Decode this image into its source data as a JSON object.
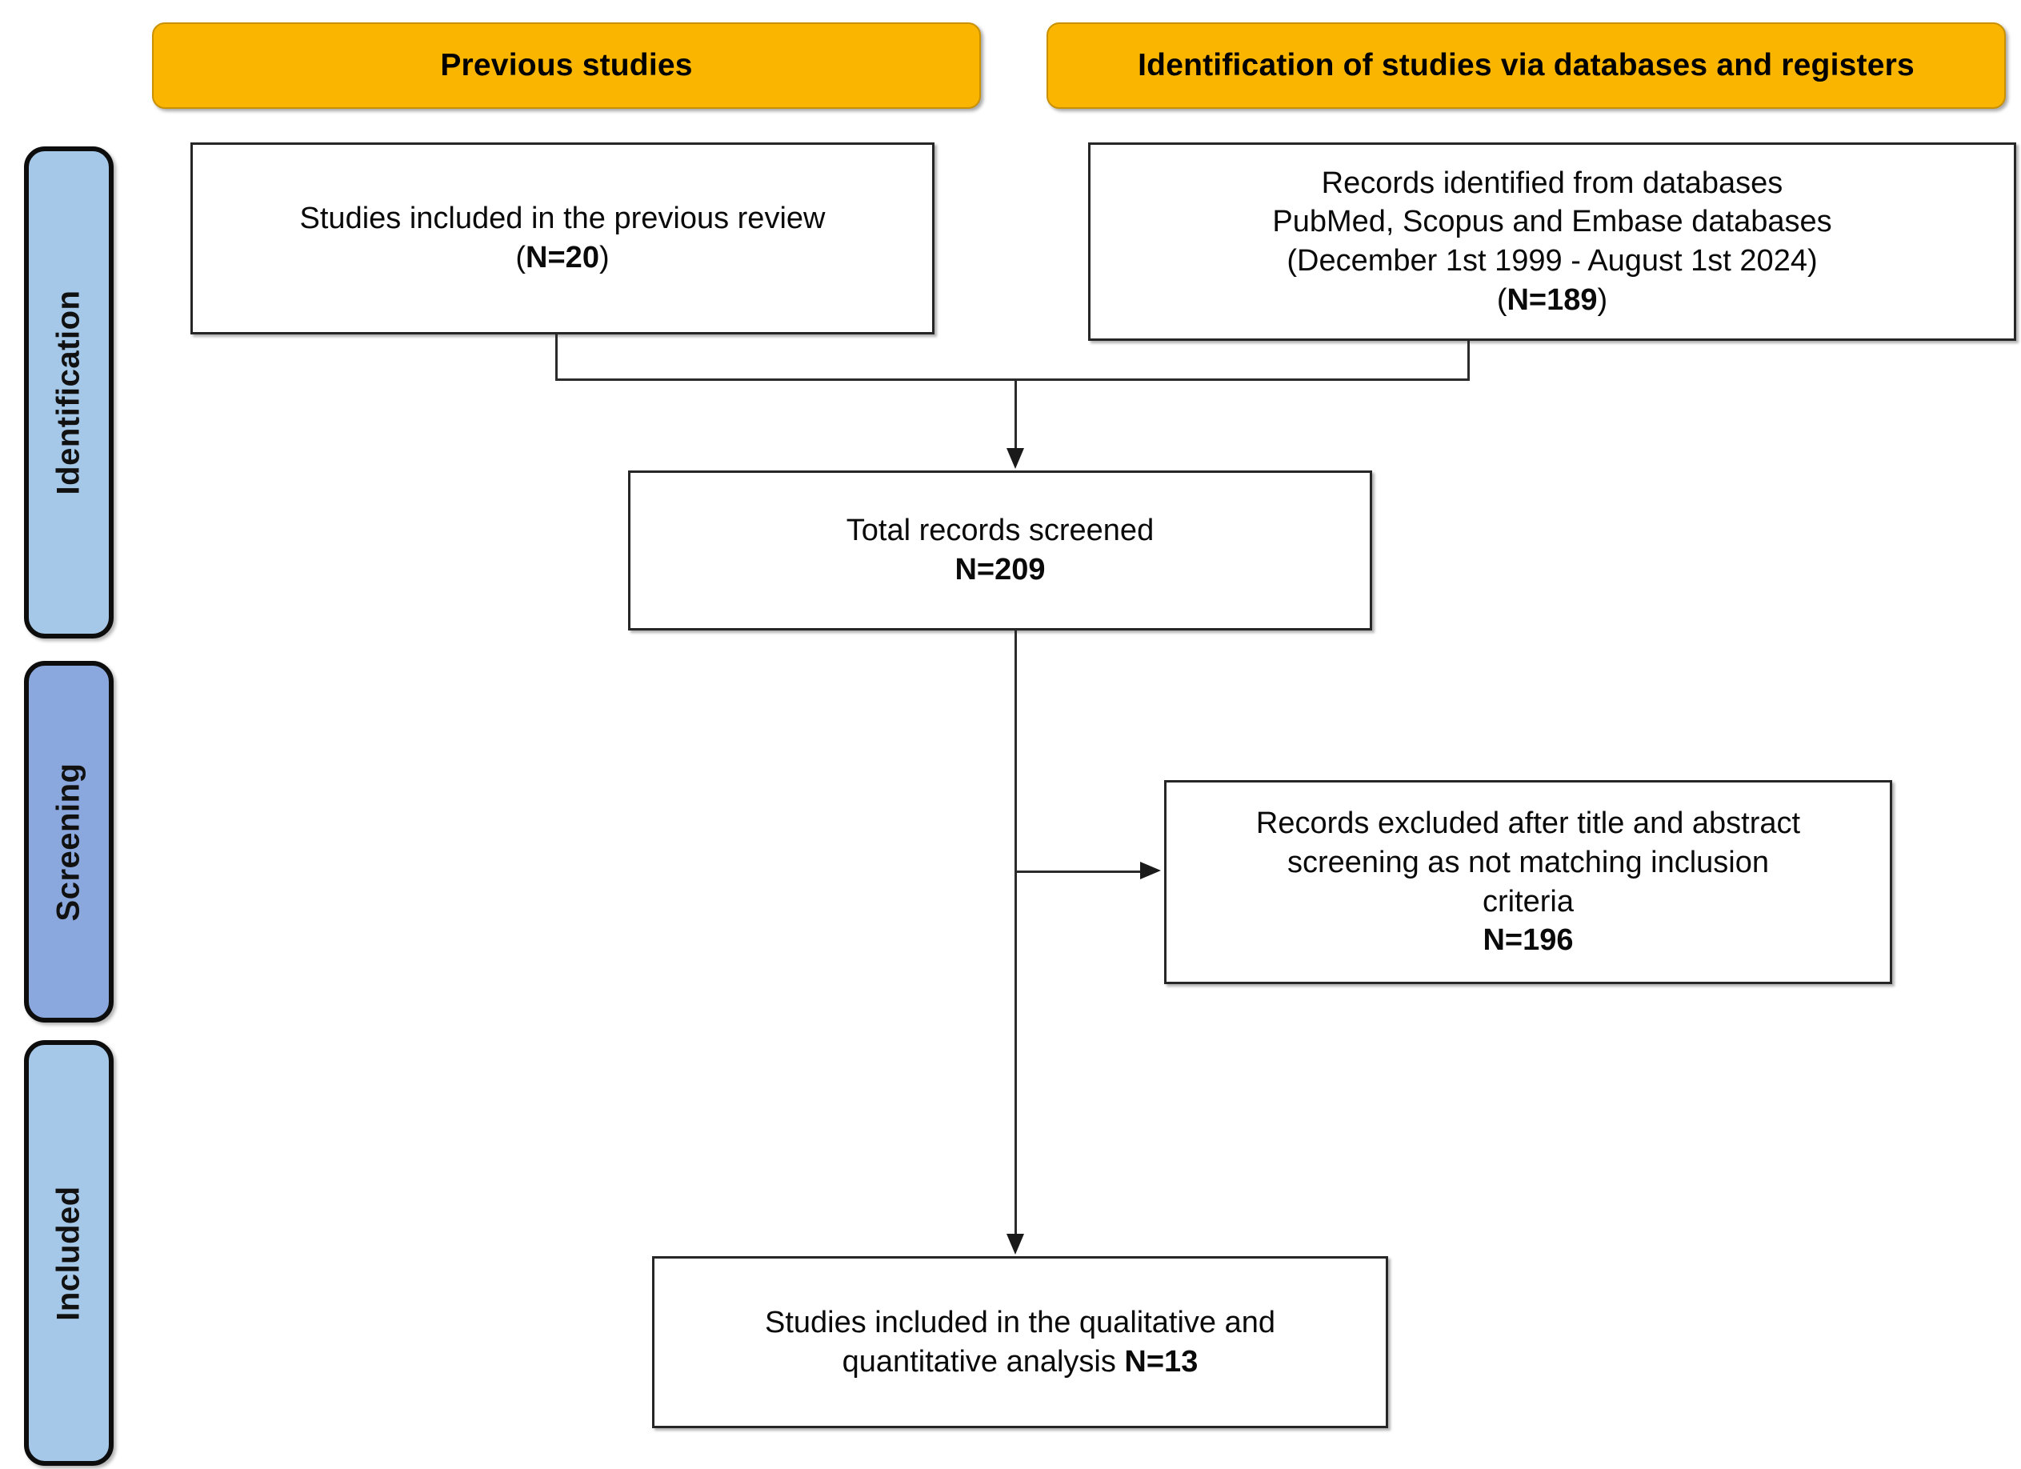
{
  "diagram": {
    "title": "PRISMA flow diagram",
    "type": "prisma-flow-diagram",
    "colors": {
      "banner_fill": "#FAB500",
      "banner_border": "#C99100",
      "rail_identification_fill": "#A6C8E8",
      "rail_screening_fill": "#8BA8DE",
      "rail_included_fill": "#A6C8E8",
      "box_fill": "#FFFFFF",
      "box_border": "#262626",
      "connector": "#2B2B2B"
    }
  },
  "banners": {
    "previous": "Previous studies",
    "identification": "Identification of studies via databases and registers"
  },
  "rails": [
    {
      "id": "identification",
      "label": "Identification"
    },
    {
      "id": "screening",
      "label": "Screening"
    },
    {
      "id": "included",
      "label": "Included"
    }
  ],
  "boxes": {
    "previous_review": {
      "line1": "Studies included in the previous review",
      "count_prefix": "(",
      "count": "N=20",
      "count_suffix": ")"
    },
    "records_databases": {
      "line1": "Records identified from databases",
      "line2": "PubMed, Scopus and Embase databases",
      "line3": "(December 1st 1999 - August 1st 2024)",
      "count_prefix": "(",
      "count": "N=189",
      "count_suffix": ")"
    },
    "total_screened": {
      "line1": "Total records screened",
      "count": "N=209"
    },
    "records_excluded": {
      "line1": "Records excluded after title and abstract",
      "line2": "screening as not matching inclusion",
      "line3": "criteria",
      "count": "N=196"
    },
    "final_included": {
      "line1": "Studies included in the qualitative and",
      "line2": "quantitative analysis ",
      "count": "N=13"
    }
  },
  "counts": {
    "previous_studies": 20,
    "records_identified": 189,
    "total_screened": 209,
    "records_excluded": 196,
    "studies_included": 13
  }
}
